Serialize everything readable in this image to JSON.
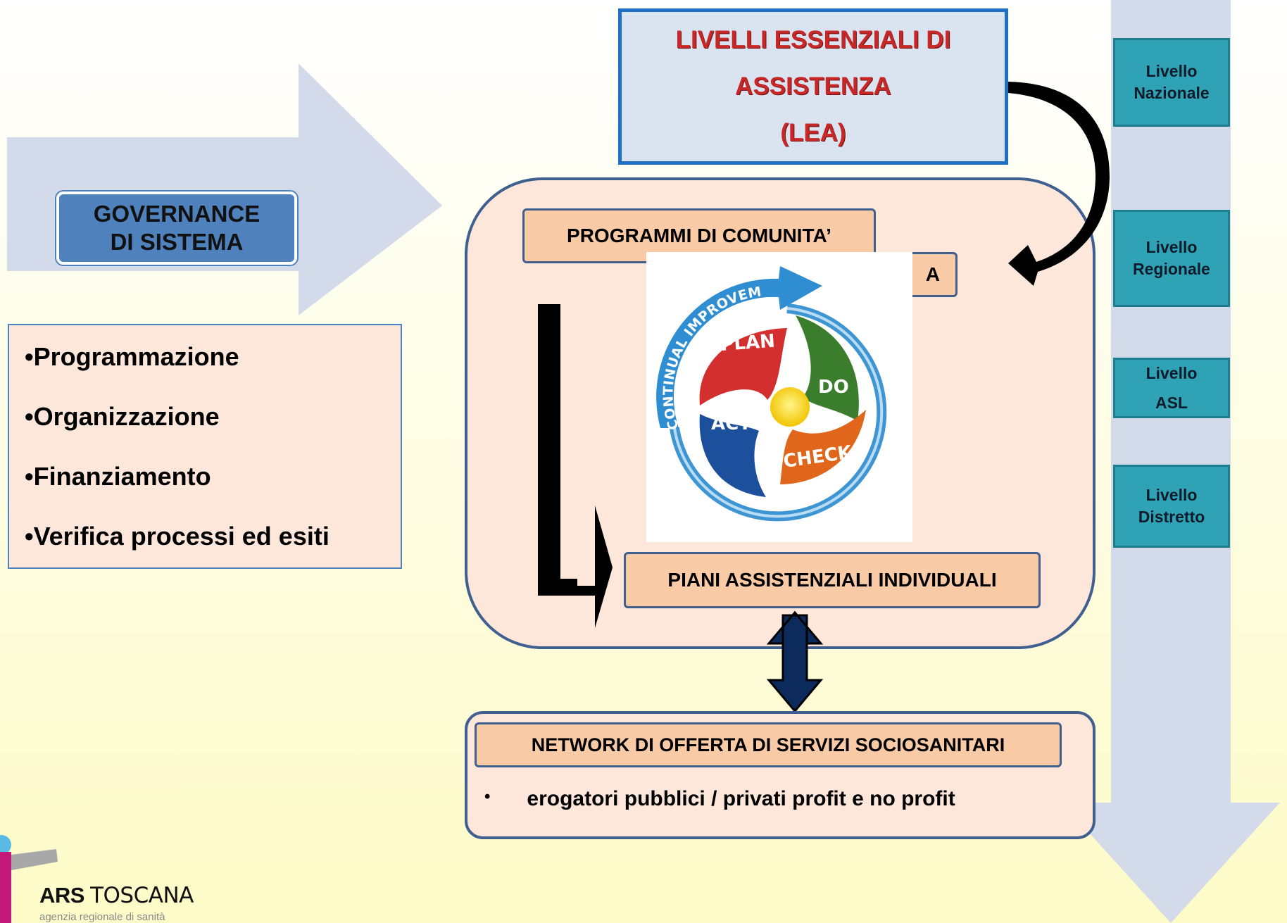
{
  "lea": {
    "line1": "LIVELLI ESSENZIALI DI",
    "line2": "ASSISTENZA",
    "line3": "(LEA)"
  },
  "governance": {
    "title_line1": "GOVERNANCE",
    "title_line2": "DI SISTEMA",
    "items": [
      "•Programmazione",
      "•Organizzazione",
      "•Finanziamento",
      "•Verifica processi ed esiti"
    ]
  },
  "center": {
    "programmi": "PROGRAMMI DI COMUNITA’",
    "hidden_tag_fragment": "A",
    "piani": "PIANI ASSISTENZIALI INDIVIDUALI"
  },
  "pdca": {
    "ring_text": "CONTINUAL IMPROVEMENT",
    "plan": "PLAN",
    "do": "DO",
    "check": "CHECK",
    "act": "ACT"
  },
  "network": {
    "title": "NETWORK DI OFFERTA DI SERVIZI SOCIOSANITARI",
    "bullet": "•",
    "item": "erogatori pubblici / privati profit e no profit"
  },
  "levels": [
    {
      "line1": "Livello",
      "line2": "Nazionale"
    },
    {
      "line1": "Livello",
      "line2": "Regionale"
    },
    {
      "line1": "Livello",
      "line2": "ASL"
    },
    {
      "line1": "Livello",
      "line2": "Distretto"
    }
  ],
  "logo": {
    "brand_bold": "ARS",
    "brand_regular": "TOSCANA",
    "tagline": "agenzia regionale di sanità"
  },
  "colors": {
    "plan": "#d32f2f",
    "do": "#3a7d2c",
    "check": "#e0661b",
    "act": "#1c4f9c",
    "level_box": "#2fa3b5",
    "tag": "#f9caa6",
    "lea_title": "#c62828"
  }
}
